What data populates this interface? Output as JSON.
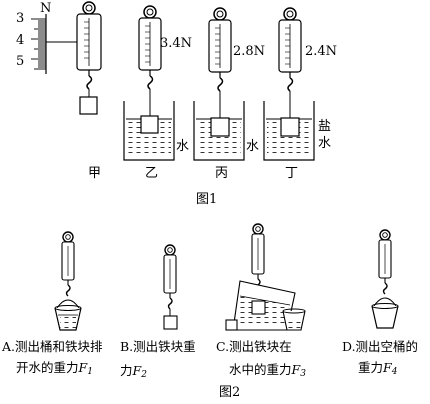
{
  "figure1": {
    "scale": {
      "unit": "N",
      "ticks": [
        "3",
        "4",
        "5"
      ]
    },
    "panels": [
      {
        "name": "甲",
        "reading": "",
        "liquid": ""
      },
      {
        "name": "乙",
        "reading": "3.4N",
        "liquid": "水"
      },
      {
        "name": "丙",
        "reading": "2.8N",
        "liquid": "水"
      },
      {
        "name": "丁",
        "reading": "2.4N",
        "liquid_lines": [
          "盐",
          "水"
        ]
      }
    ],
    "caption": "图1"
  },
  "figure2": {
    "steps": [
      {
        "line1": "A.测出桶和铁块排",
        "line2_prefix": "开水的重力",
        "symbol": "F",
        "subscript": "1"
      },
      {
        "line1": "B.测出铁块重",
        "line2_prefix": "力",
        "symbol": "F",
        "subscript": "2"
      },
      {
        "line1": "C.测出铁块在",
        "line2_prefix": "水中的重力",
        "symbol": "F",
        "subscript": "3"
      },
      {
        "line1": "D.测出空桶的",
        "line2_prefix": "重力",
        "symbol": "F",
        "subscript": "4"
      }
    ],
    "caption": "图2"
  }
}
